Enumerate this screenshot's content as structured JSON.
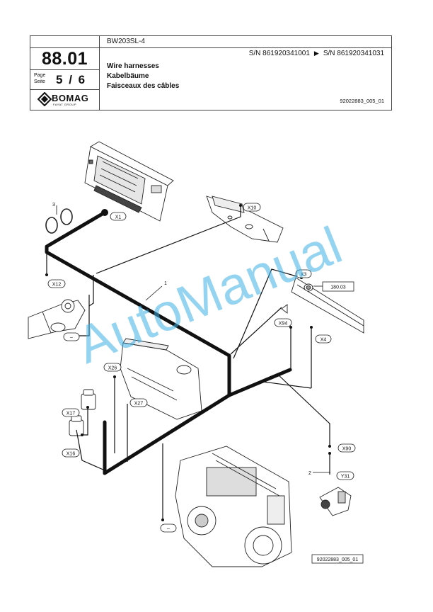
{
  "header": {
    "model": "BW203SL-4",
    "page_number": "88.01",
    "page_label_en": "Page",
    "page_label_de": "Seite",
    "page_current": "5",
    "page_total": "6",
    "page_sep": "/",
    "brand": "BOMAG",
    "brand_sub": "FAYAT GROUP",
    "sn_from": "S/N 861920341001",
    "sn_to": "S/N 861920341031",
    "title_en": "Wire harnesses",
    "title_de": "Kabelbäume",
    "title_fr": "Faisceaux des câbles",
    "doc_id": "92022883_005_01"
  },
  "diagram": {
    "callouts": {
      "c1": "1",
      "c2": "2",
      "c3": "3"
    },
    "connectors": {
      "x1": "X1",
      "x10": "X10",
      "x3": "X3",
      "x12": "X12",
      "minus_top": "–",
      "x94": "X94",
      "x4": "X4",
      "x26": "X26",
      "x27": "X27",
      "x17": "X17",
      "x16": "X16",
      "x90": "X90",
      "y31": "Y31",
      "minus_bottom": "–"
    },
    "reference": "180.03",
    "figure_id": "92022883_005_01"
  },
  "watermark": "AutoManual"
}
